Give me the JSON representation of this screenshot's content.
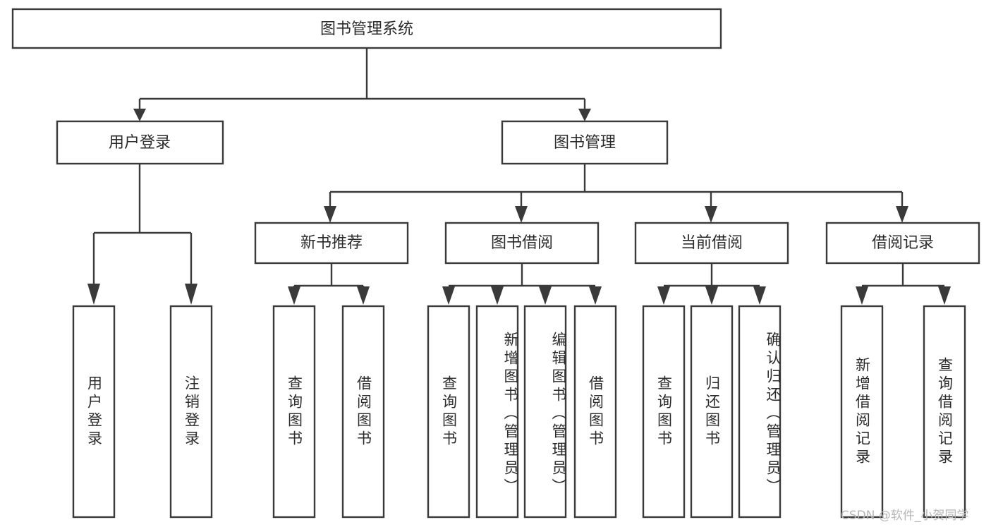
{
  "diagram": {
    "title": "图书管理系统",
    "type": "functional-structure-tree",
    "colors": {
      "background": "#ffffff",
      "box_fill": "#ffffff",
      "box_stroke": "#3a3a3a",
      "text": "#2b2b2b",
      "watermark": "#b6b6b6"
    },
    "root": {
      "label": "图书管理系统"
    },
    "level2": [
      {
        "label": "用户登录"
      },
      {
        "label": "图书管理"
      }
    ],
    "level3": [
      {
        "label": "新书推荐"
      },
      {
        "label": "图书借阅"
      },
      {
        "label": "当前借阅"
      },
      {
        "label": "借阅记录"
      }
    ],
    "leaves": {
      "user_login": [
        {
          "label": "用户登录"
        },
        {
          "label": "注销登录"
        }
      ],
      "new_book_recommend": [
        {
          "label": "查询图书"
        },
        {
          "label": "借阅图书"
        }
      ],
      "book_borrow": [
        {
          "label": "查询图书"
        },
        {
          "label": "新增图书（管理员）"
        },
        {
          "label": "编辑图书（管理员）"
        },
        {
          "label": "借阅图书"
        }
      ],
      "current_borrow": [
        {
          "label": "查询图书"
        },
        {
          "label": "归还图书"
        },
        {
          "label": "确认归还（管理员）"
        }
      ],
      "borrow_record": [
        {
          "label": "新增借阅记录"
        },
        {
          "label": "查询借阅记录"
        }
      ]
    },
    "watermark": "CSDN @软件_小贺同学"
  }
}
